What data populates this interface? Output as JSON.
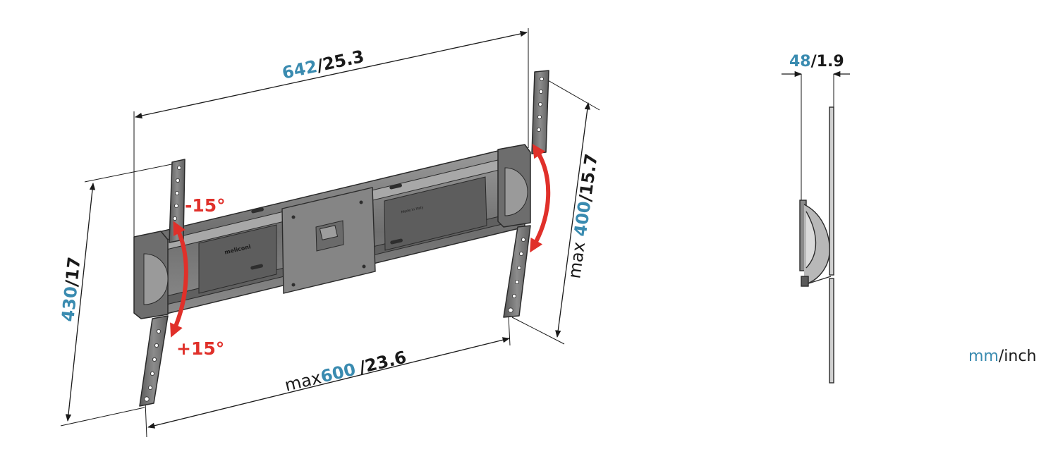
{
  "colors": {
    "metric": "#3a8bb0",
    "imperial": "#1a1a1a",
    "tilt": "#e0302a",
    "bracket_fill": "#7d7d7d",
    "bracket_dark": "#4a4a4a",
    "bracket_light": "#b5b5b5"
  },
  "dimensions": {
    "width": {
      "metric": "642",
      "sep": "/",
      "imperial": "25.3"
    },
    "height": {
      "metric": "430",
      "sep": "/",
      "imperial": "17"
    },
    "vesa_horizontal": {
      "prefix": "max",
      "metric": "600",
      "sep": "/",
      "imperial": "23.6"
    },
    "vesa_vertical": {
      "prefix": "max",
      "metric": "400",
      "sep": "/",
      "imperial": "15.7"
    },
    "depth": {
      "metric": "48",
      "sep": "/",
      "imperial": "1.9"
    }
  },
  "tilt": {
    "up": "-15°",
    "down": "+15°"
  },
  "product": {
    "brand": "meliconi",
    "origin": "Made in Italy"
  },
  "units": {
    "metric": "mm",
    "sep": "/",
    "imperial": "inch"
  }
}
